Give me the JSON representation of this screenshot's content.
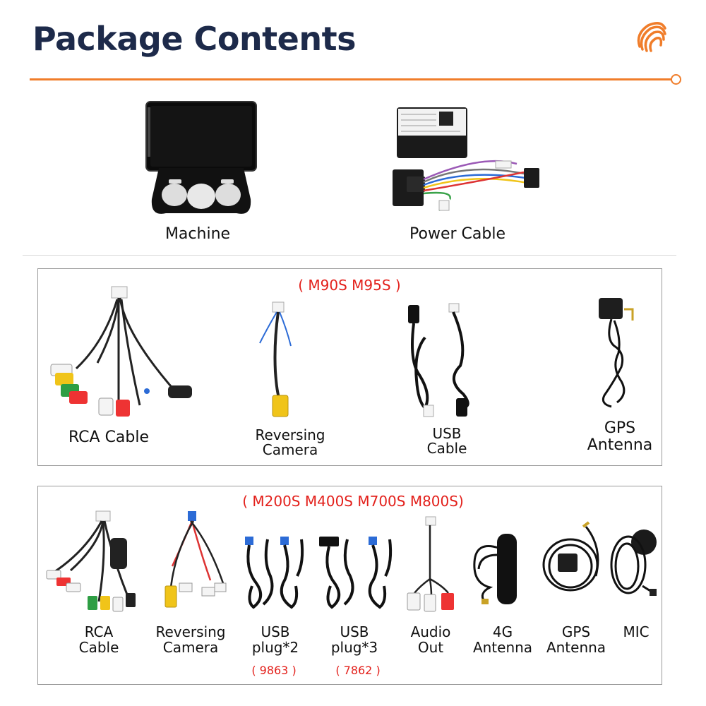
{
  "header": {
    "title": "Package Contents"
  },
  "colors": {
    "accent": "#f07d2a",
    "title": "#1d2a4a",
    "series_tag": "#e3201b"
  },
  "top_items": [
    {
      "label": "Machine",
      "icon": "car-stereo-head-unit-image"
    },
    {
      "label": "Power Cable",
      "icon": "power-harness-image"
    }
  ],
  "group1": {
    "models": "( M90S M95S )",
    "items": [
      {
        "label": "RCA Cable",
        "icon": "rca-cable-image"
      },
      {
        "label_line1": "Reversing",
        "label_line2": "Camera",
        "icon": "reverse-camera-cable-image"
      },
      {
        "label_line1": "USB",
        "label_line2": "Cable",
        "icon": "usb-cable-image"
      },
      {
        "label_line1": "GPS",
        "label_line2": "Antenna",
        "icon": "gps-antenna-image"
      }
    ]
  },
  "group2": {
    "models": "( M200S M400S M700S M800S)",
    "items": [
      {
        "label_line1": "RCA",
        "label_line2": "Cable",
        "icon": "rca-cable-image"
      },
      {
        "label_line1": "Reversing",
        "label_line2": "Camera",
        "icon": "reverse-camera-cable-image"
      },
      {
        "label_line1": "USB",
        "label_line2": "plug*2",
        "note": "( 9863 )",
        "icon": "usb-plug-image"
      },
      {
        "label_line1": "USB",
        "label_line2": "plug*3",
        "note": "( 7862 )",
        "icon": "usb-plug-image"
      },
      {
        "label_line1": "Audio",
        "label_line2": "Out",
        "icon": "audio-out-cable-image"
      },
      {
        "label_line1": "4G",
        "label_line2": "Antenna",
        "icon": "4g-antenna-image"
      },
      {
        "label_line1": "GPS",
        "label_line2": "Antenna",
        "icon": "gps-antenna-image"
      },
      {
        "label": "MIC",
        "icon": "microphone-image"
      }
    ]
  }
}
